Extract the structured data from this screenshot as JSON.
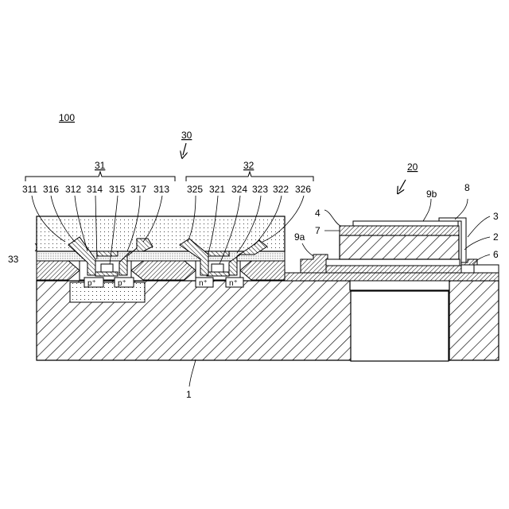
{
  "labels": {
    "device": "100",
    "region_30": "30",
    "region_31": "31",
    "region_32": "32",
    "region_20": "20",
    "substrate": "1",
    "layer_33": "33",
    "n_311": "311",
    "n_316": "316",
    "n_312": "312",
    "n_314": "314",
    "n_315": "315",
    "n_317": "317",
    "n_313": "313",
    "n_325": "325",
    "n_321": "321",
    "n_324": "324",
    "n_323": "323",
    "n_322": "322",
    "n_326": "326",
    "n_4": "4",
    "n_7": "7",
    "n_9b": "9b",
    "n_8": "8",
    "n_3": "3",
    "n_2": "2",
    "n_6": "6",
    "n_9a": "9a",
    "p_plus": "p⁺",
    "n_plus": "n⁺"
  }
}
